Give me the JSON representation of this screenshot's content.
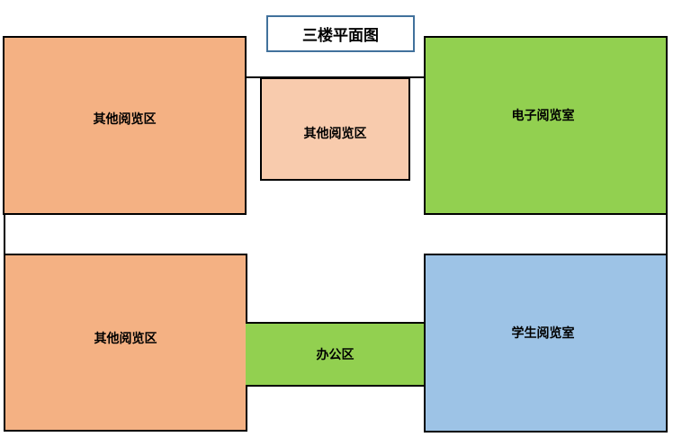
{
  "title": "三楼平面图",
  "rooms": {
    "top_left": {
      "label": "其他阅览区",
      "color": "#F4B183"
    },
    "top_middle": {
      "label": "其他阅览区",
      "color": "#F8CBAD"
    },
    "top_right": {
      "label": "电子阅览室",
      "color": "#92D050"
    },
    "bottom_left": {
      "label": "其他阅览区",
      "color": "#F4B183"
    },
    "office": {
      "label": "办公区",
      "color": "#92D050"
    },
    "bottom_right": {
      "label": "学生阅览室",
      "color": "#9DC3E6"
    }
  }
}
